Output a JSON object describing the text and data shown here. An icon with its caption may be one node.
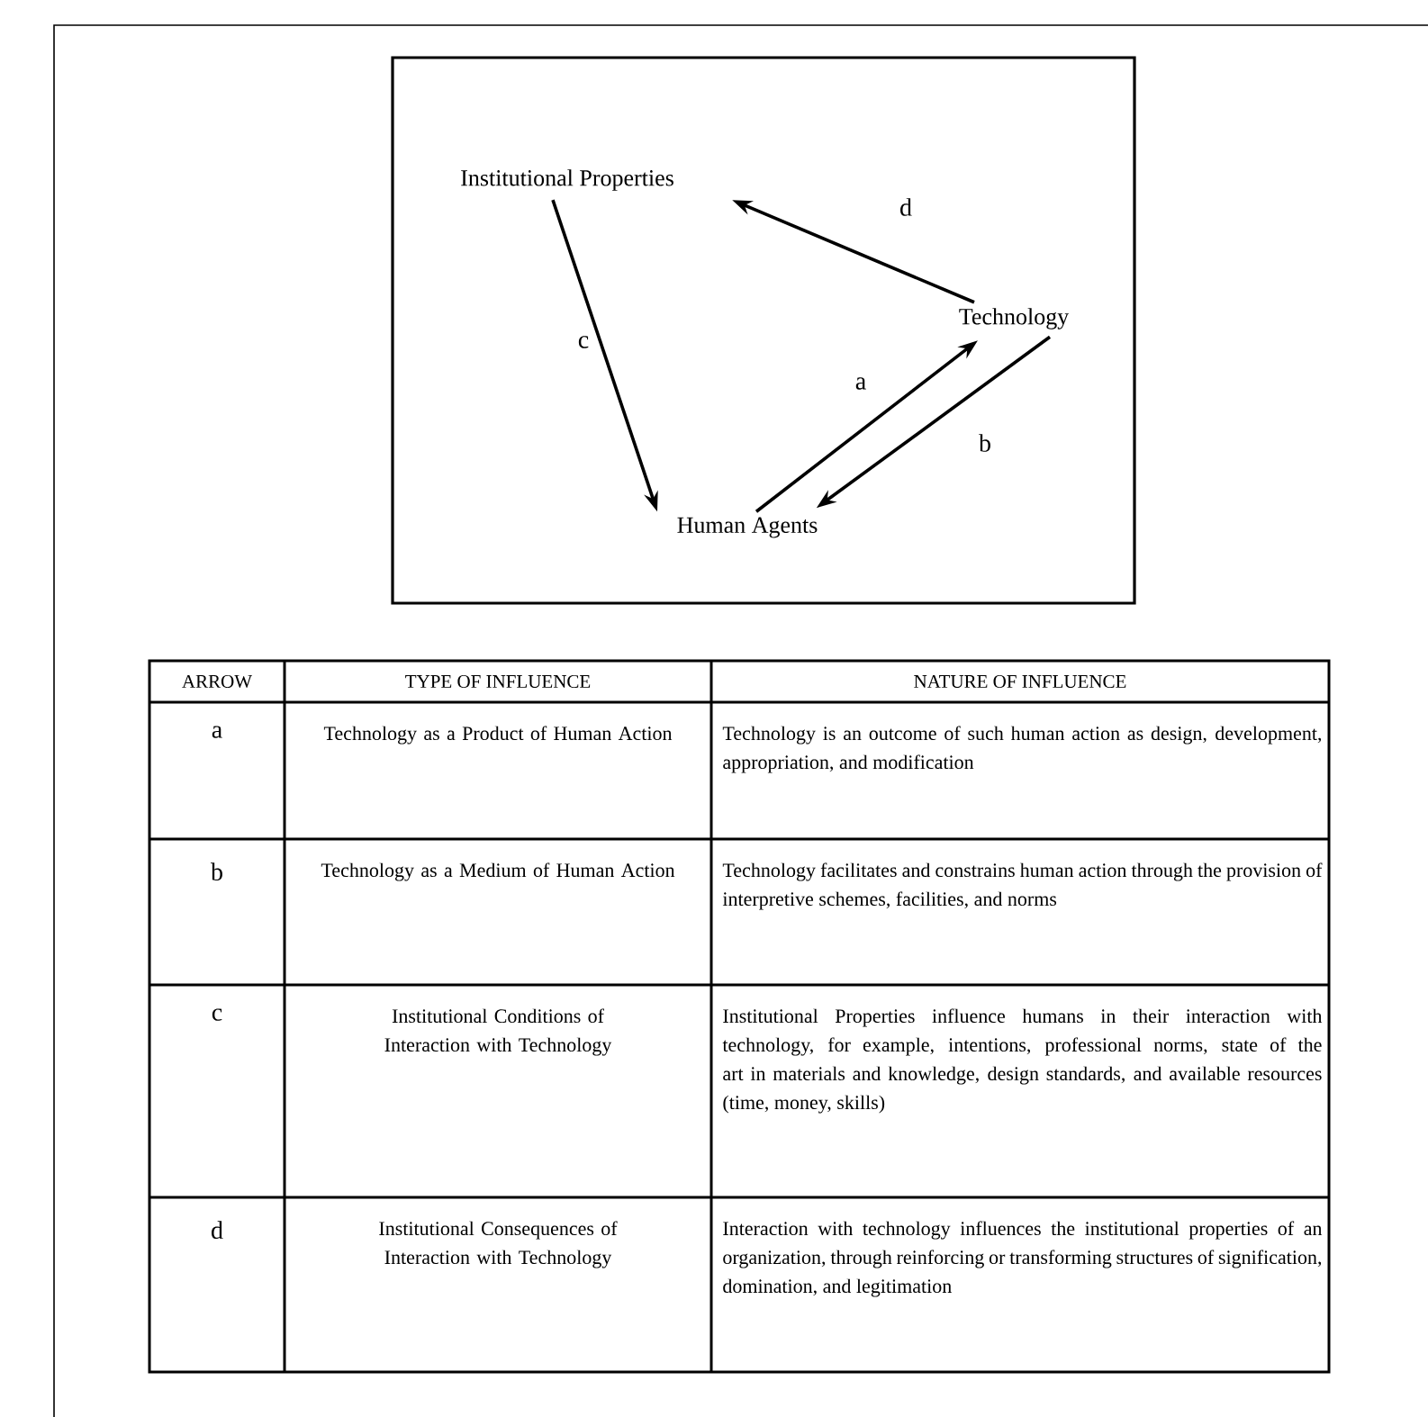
{
  "diagram": {
    "nodes": [
      {
        "text": [
          "Institutional Properties"
        ]
      },
      {
        "text": [
          "Technology"
        ]
      },
      {
        "text": [
          "Human Agents"
        ]
      }
    ],
    "edges": [
      {
        "from": 2,
        "to": 1,
        "arrow": "to",
        "label": "a"
      },
      {
        "from": 1,
        "to": 2,
        "arrow": "to",
        "label": "b"
      },
      {
        "from": 0,
        "to": 2,
        "arrow": "to",
        "label": "c"
      },
      {
        "from": 1,
        "to": 0,
        "arrow": "to",
        "label": "d"
      }
    ],
    "labels": [
      "ARROW",
      "TYPE OF INFLUENCE",
      "NATURE OF INFLUENCE",
      "a",
      "Technology as a Product of Human Action",
      "Technology is an outcome of such human action as design, development, appropriation, and modification",
      "b",
      "Technology as a Medium of Human Action",
      "Technology facilitates and constrains human action through the provision of interpretive schemes, facilities, and norms",
      "c",
      "Institutional Conditions of Interaction with Technology",
      "Institutional Properties influence humans in their interaction with technology, for example, intentions, professional norms, state of the art in materials and knowledge, design standards, and available resources (time, money, skills)",
      "d",
      "Institutional Consequences of Interaction with Technology",
      "Interaction with technology influences the institutional properties of an organization, through reinforcing or transforming structures of signification, domination, and legitimation"
    ]
  }
}
